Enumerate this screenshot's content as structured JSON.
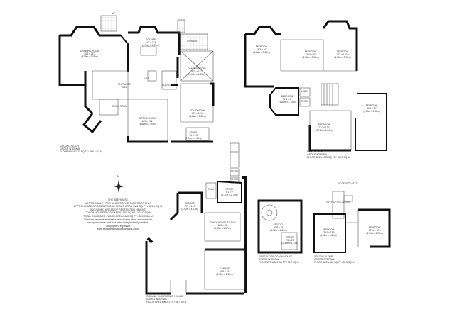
{
  "title": "THE BEEHOUSE",
  "notes": [
    "NOT TO SCALE - FOR ILLUSTRATIVE PURPOSES ONLY",
    "APPROXIMATE GROSS INTERNAL FLOOR AREA 4481 SQ FT / 400.9 SQ M",
    "(INCLUDING AREAS OF RESTRICTED HEIGHT)",
    "COACH HOUSE FLOOR AREA 1001 SQ FT / 101.0 SQ M",
    "TOTAL COMBINED FLOOR AREA 5482 SQ FT / 509.9 SQ M"
  ],
  "disclaimer": [
    "All measurements and features including doors and windows",
    "are approximate and should be independently verified.",
    "Copyright © exposure",
    "www.photographyandfloorplans.co.uk"
  ],
  "compass": {
    "label": "N"
  },
  "floors": [
    {
      "id": "ground",
      "label": [
        "GROUND FLOOR",
        "GROSS INTERNAL",
        "FLOOR AREA 2113 SQ FT / 196.3 SQ M"
      ],
      "rooms": [
        {
          "name": "DRAWING ROOM",
          "dims": "26'6 x 23'3",
          "metric": "(8.08m x 7.09m)"
        },
        {
          "name": "KITCHEN",
          "dims": "14'3 x 12'6",
          "metric": "(4.34m x 3.81m)"
        },
        {
          "name": "CONSERVATORY",
          "dims": "15'3 x 14'7",
          "metric": "(4.65m x 4.45m)"
        },
        {
          "name": "TERRACE",
          "dims": "",
          "metric": ""
        },
        {
          "name": "ENTRANCE",
          "dims": "HALL",
          "metric": ""
        },
        {
          "name": "CLOAK ROOM",
          "dims": "",
          "metric": ""
        },
        {
          "name": "SITTING ROOM",
          "dims": "16'0 x 16'1",
          "metric": "(4.88m x 4.90m)"
        },
        {
          "name": "UTILITY ROOM",
          "dims": "12'8 x 10'10",
          "metric": "(3.86m x 3.30m)"
        },
        {
          "name": "STORE",
          "dims": "7'4 x 4'3",
          "metric": "(2.24m x 1.30m)"
        },
        {
          "name": "PANTRY",
          "dims": "",
          "metric": ""
        },
        {
          "name": "LIFT",
          "dims": "",
          "metric": ""
        },
        {
          "name": "UP",
          "dims": "",
          "metric": ""
        }
      ]
    },
    {
      "id": "first",
      "label": [
        "FIRST FLOOR",
        "GROSS INTERNAL",
        "FLOOR AREA 1623 SQ FT / 150.8 SQ M"
      ],
      "rooms": [
        {
          "name": "BEDROOM",
          "dims": "19'3 x 16'",
          "metric": "(5.86m x 5.33m)"
        },
        {
          "name": "BEDROOM",
          "dims": "13'10 x 10'",
          "metric": "(3.96m x 3.05m)"
        },
        {
          "name": "BEDROOM",
          "dims": "17'7 x 12'10",
          "metric": "(5.36m x 3.91m)"
        },
        {
          "name": "BEDROOM",
          "dims": "12'6 x 9'",
          "metric": "(3.81m x 2.74m)"
        },
        {
          "name": "BEDROOM",
          "dims": "12'10 x 12'11",
          "metric": "(3.78m x 3.94m)"
        },
        {
          "name": "BEDROOM",
          "dims": "10'6 x 9'7",
          "metric": "(3.20m x 2.92m)"
        },
        {
          "name": "LINEN",
          "dims": "",
          "metric": ""
        },
        {
          "name": "STORE",
          "dims": "",
          "metric": ""
        },
        {
          "name": "LIFT",
          "dims": "",
          "metric": ""
        }
      ]
    },
    {
      "id": "coach-ground",
      "label": [
        "GROUND FLOOR COACH HOUSE",
        "GROSS INTERNAL",
        "FLOOR AREA 696 SQ FT / 64.7 SQ M"
      ],
      "rooms": [
        {
          "name": "GARAGE",
          "dims": "19'5 x 14'0",
          "metric": "(5.92m x 4.27m)"
        },
        {
          "name": "STORE",
          "dims": "9'1 x 9'",
          "metric": "(2.77m x 2.74m)"
        },
        {
          "name": "STORE",
          "dims": "",
          "metric": ""
        },
        {
          "name": "STORE",
          "dims": "",
          "metric": ""
        },
        {
          "name": "STORE",
          "dims": "",
          "metric": ""
        },
        {
          "name": "COACH HOUSE STUDIO",
          "dims": "16'6 x 15'",
          "metric": "(5.03m x 4.57m)"
        },
        {
          "name": "GARAGE",
          "dims": "16'5 x 15'",
          "metric": "(5.00m x 4.57m)"
        },
        {
          "name": "TACK",
          "dims": "",
          "metric": ""
        }
      ]
    },
    {
      "id": "coach-first",
      "label": [
        "FIRST FLOOR COACH HOUSE",
        "GROSS INTERNAL",
        "FLOOR AREA 304 SQ FT / 36.2 SQ M"
      ],
      "rooms": [
        {
          "name": "STUDIO",
          "dims": "15'6 x 15'",
          "metric": "(4.72m x 4.57m)"
        },
        {
          "name": "STORE",
          "dims": "7'8 x 5'8",
          "metric": "(2.34m x 1.73m)"
        }
      ]
    },
    {
      "id": "second",
      "label": [
        "SECOND FLOOR",
        "GROSS INTERNAL",
        "FLOOR AREA 348 SQ FT / 32.3 SQ M"
      ],
      "rooms": [
        {
          "name": "BEDROOM",
          "dims": "13'10 x 12'6",
          "metric": "(4.22m x 3.80m)"
        },
        {
          "name": "BEDROOM",
          "dims": "12'11 x 10'6",
          "metric": "(3.94m x 3.20m)"
        },
        {
          "name": "RESTRICTED HEIGHT",
          "dims": "",
          "metric": ""
        },
        {
          "name": "ACCESS TO ATTIC",
          "dims": "",
          "metric": ""
        }
      ]
    }
  ],
  "colors": {
    "wall": "#111111",
    "line": "#555555",
    "background": "#ffffff",
    "grid": "#bbbbbb"
  }
}
